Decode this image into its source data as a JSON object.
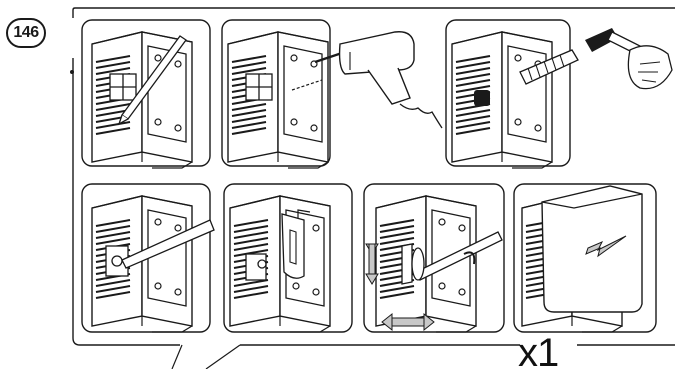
{
  "step": {
    "number": "146"
  },
  "quantity": {
    "label": "x1"
  },
  "panels": [
    {
      "name": "panel-mark-position",
      "icon": "pencil-icon"
    },
    {
      "name": "panel-drill-hole",
      "icon": "drill-icon"
    },
    {
      "name": "panel-insert-anchor",
      "icon": "hammer-icon"
    },
    {
      "name": "panel-fix-screw",
      "icon": "screwdriver-icon"
    },
    {
      "name": "panel-hang-bracket",
      "icon": "bracket-icon"
    },
    {
      "name": "panel-adjust-position",
      "icon": "adjust-arrows-icon"
    },
    {
      "name": "panel-attach-cover",
      "icon": "cover-panel-icon"
    }
  ],
  "colors": {
    "line": "#1a1a1a",
    "fill": "#ffffff",
    "arrow_fill": "#c8c8c8",
    "grille": "#1a1a1a"
  }
}
